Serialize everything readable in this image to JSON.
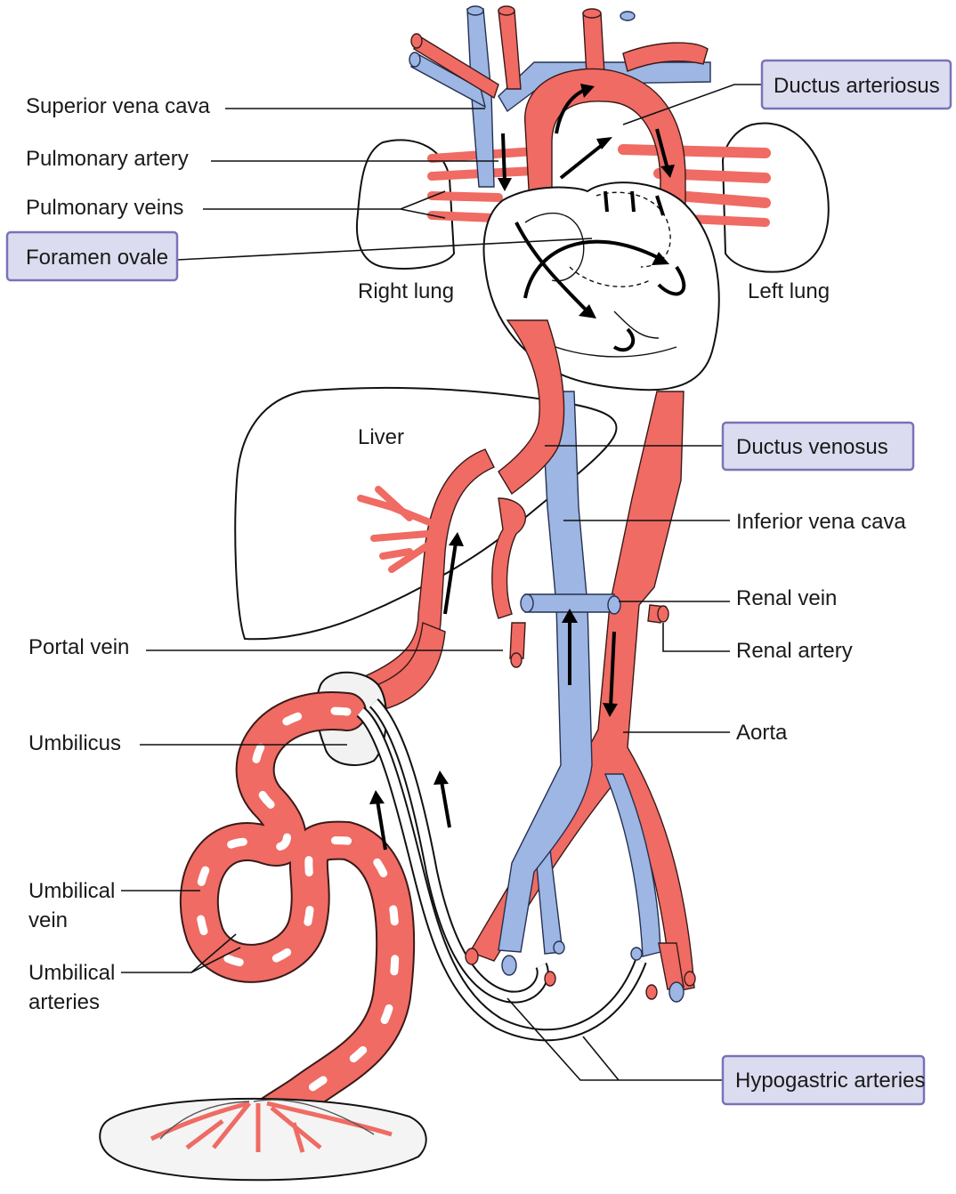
{
  "labels": {
    "superior_vena_cava": "Superior vena cava",
    "pulmonary_artery": "Pulmonary artery",
    "pulmonary_veins": "Pulmonary veins",
    "foramen_ovale": "Foramen ovale",
    "ductus_arteriosus": "Ductus arteriosus",
    "right_lung": "Right lung",
    "left_lung": "Left lung",
    "liver": "Liver",
    "ductus_venosus": "Ductus venosus",
    "inferior_vena_cava": "Inferior vena cava",
    "renal_vein": "Renal vein",
    "renal_artery": "Renal artery",
    "portal_vein": "Portal vein",
    "aorta": "Aorta",
    "umbilicus": "Umbilicus",
    "umbilical_vein_line1": "Umbilical",
    "umbilical_vein_line2": "vein",
    "umbilical_arteries_line1": "Umbilical",
    "umbilical_arteries_line2": "arteries",
    "hypogastric_arteries": "Hypogastric arteries"
  },
  "colors": {
    "oxygenated": "#ef6b63",
    "deoxygenated": "#9db6e3",
    "highlight_box_fill": "#dcdcf0",
    "highlight_box_border": "#7a72b8"
  }
}
